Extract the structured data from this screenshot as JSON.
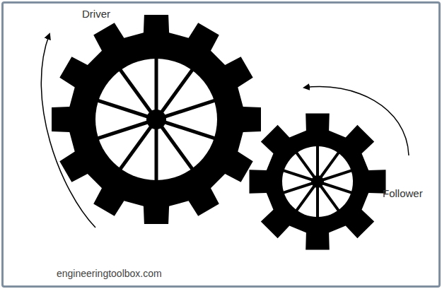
{
  "diagram": {
    "labels": [
      "Driver",
      "Follower",
      "engineeringtoolbox.com"
    ]
  }
}
